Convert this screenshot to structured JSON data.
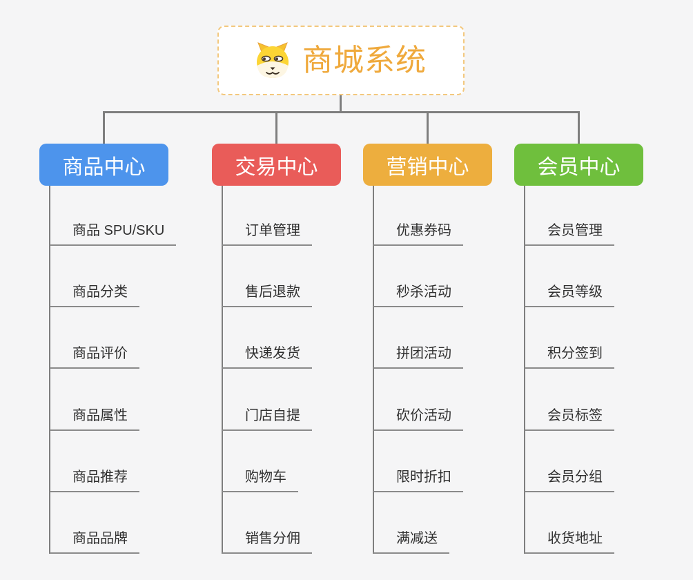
{
  "background_color": "#f5f5f6",
  "connector_color": "#7e7e7e",
  "underline_color": "#8a8a8a",
  "leaf_text_color": "#303030",
  "root": {
    "title": "商城系统",
    "icon": "dog-face-icon",
    "title_color": "#efa93c",
    "border_color": "#f3c87e",
    "background": "#ffffff"
  },
  "branches": [
    {
      "label": "商品中心",
      "color": "#4d94ec",
      "children": [
        "商品 SPU/SKU",
        "商品分类",
        "商品评价",
        "商品属性",
        "商品推荐",
        "商品品牌"
      ]
    },
    {
      "label": "交易中心",
      "color": "#e95c59",
      "children": [
        "订单管理",
        "售后退款",
        "快递发货",
        "门店自提",
        "购物车",
        "销售分佣"
      ]
    },
    {
      "label": "营销中心",
      "color": "#edae3e",
      "children": [
        "优惠券码",
        "秒杀活动",
        "拼团活动",
        "砍价活动",
        "限时折扣",
        "满减送"
      ]
    },
    {
      "label": "会员中心",
      "color": "#6fbf3d",
      "children": [
        "会员管理",
        "会员等级",
        "积分签到",
        "会员标签",
        "会员分组",
        "收货地址"
      ]
    }
  ]
}
